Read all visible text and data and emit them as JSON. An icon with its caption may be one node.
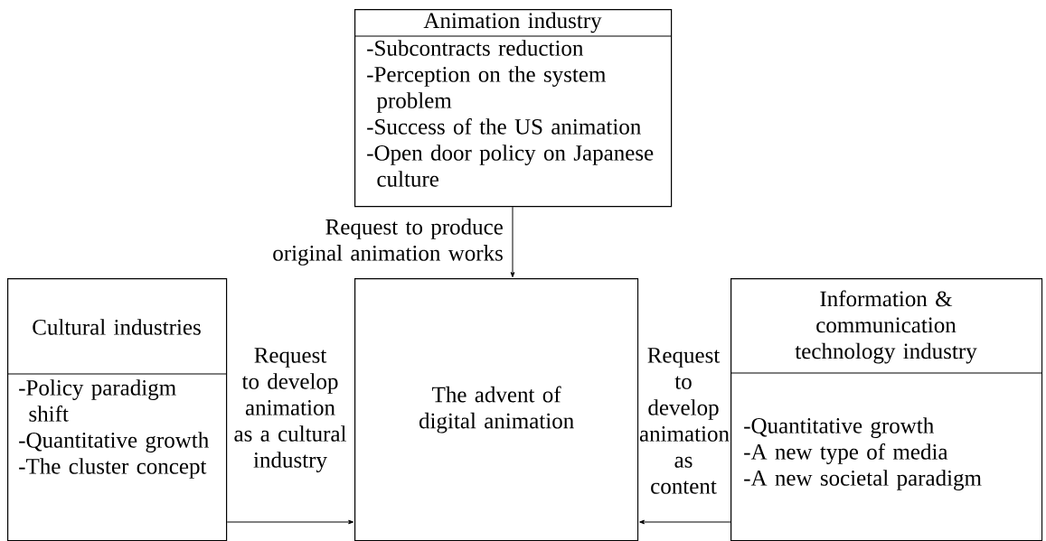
{
  "diagram": {
    "nodes": [
      {
        "text": [
          "Animation industry",
          "-Subcontracts reduction",
          "-Perception on the system problem",
          "-Success of the US animation",
          "-Open door policy on Japanese culture"
        ]
      },
      {
        "text": [
          "Cultural industries",
          "-Policy paradigm shift",
          "-Quantitative growth",
          "-The cluster concept"
        ]
      },
      {
        "text": [
          "The advent of digital animation"
        ]
      },
      {
        "text": [
          "Information & communication technology industry",
          "-Quantitative growth",
          "-A new type of media",
          "-A new societal paradigm"
        ]
      }
    ],
    "edges": [
      {
        "from": 0,
        "to": 2,
        "arrow": "to",
        "label": "Request to produce original animation works"
      },
      {
        "from": 1,
        "to": 2,
        "arrow": "to",
        "label": "Request to develop animation as a cultural industry"
      },
      {
        "from": 3,
        "to": 2,
        "arrow": "to",
        "label": "Request to develop animation as content"
      }
    ]
  }
}
